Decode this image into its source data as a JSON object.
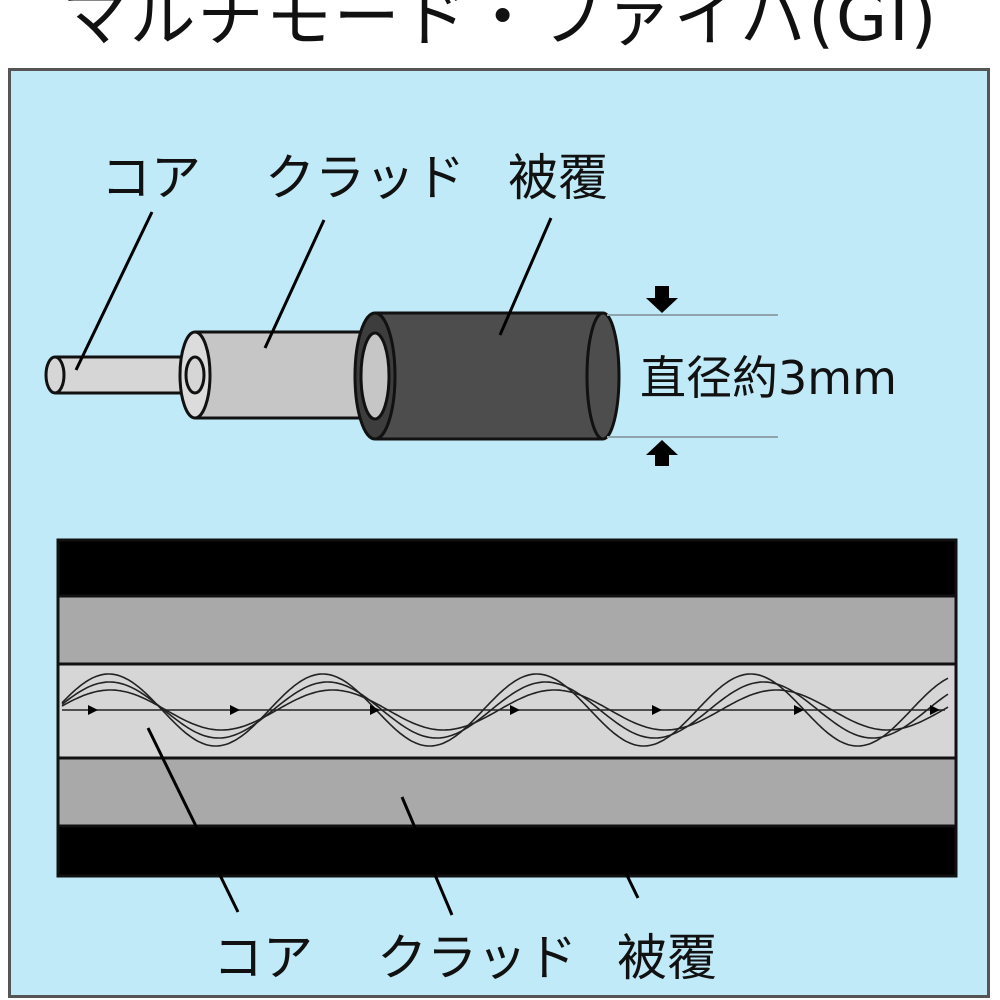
{
  "title": "マルチモード・ファイバ(GI)",
  "top_labels": {
    "core": "コア",
    "clad": "クラッド",
    "coating": "被覆"
  },
  "diameter": "直径約3mm",
  "bottom_labels": {
    "core": "コア",
    "clad": "クラッド",
    "coating": "被覆"
  },
  "colors": {
    "background": "#c0eaf8",
    "core": "#d6d6d6",
    "clad": "#a9a9a9",
    "coating": "#4d4d4d",
    "jacket_band": "#000000"
  }
}
